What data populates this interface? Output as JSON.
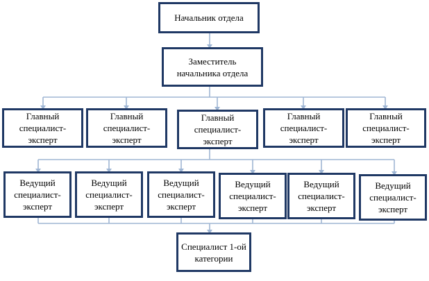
{
  "diagram": {
    "head": {
      "label": "Начальник отдела"
    },
    "deputy": {
      "label": "Заместитель начальника отдела"
    },
    "chief_specialists": [
      {
        "label": "Главный специалист-эксперт"
      },
      {
        "label": "Главный специалист-эксперт"
      },
      {
        "label": "Главный специалист-эксперт"
      },
      {
        "label": "Главный специалист-эксперт"
      },
      {
        "label": "Главный специалист-эксперт"
      }
    ],
    "leading_specialists": [
      {
        "label": "Ведущий специалист-эксперт"
      },
      {
        "label": "Ведущий специалист-эксперт"
      },
      {
        "label": "Ведущий специалист-эксперт"
      },
      {
        "label": "Ведущий специалист-эксперт"
      },
      {
        "label": "Ведущий специалист-эксперт"
      },
      {
        "label": "Ведущий специалист-эксперт"
      }
    ],
    "specialist": {
      "label": "Специалист 1-ой категории"
    },
    "colors": {
      "box_border": "#1f3864",
      "connector": "#9fb6d4"
    }
  }
}
